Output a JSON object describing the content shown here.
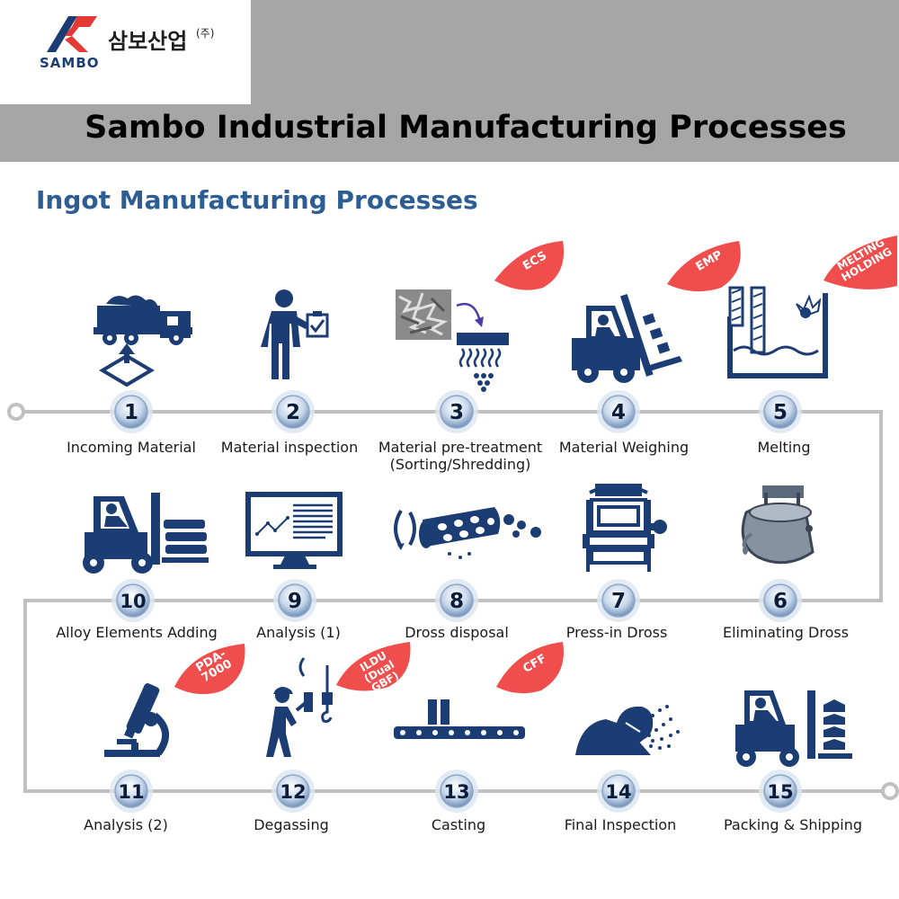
{
  "logo": {
    "korean_name": "삼보산업",
    "korean_suffix": "(주)",
    "english_name": "SAMBO"
  },
  "title": "Sambo Industrial Manufacturing Processes",
  "section_title": "Ingot Manufacturing Processes",
  "colors": {
    "navy": "#1b3d73",
    "tag_red": "#f04d4d",
    "line_gray": "#c0c0c0",
    "band_gray": "#a6a6a6",
    "section_blue": "#2d5e93"
  },
  "steps": [
    {
      "number": "1",
      "label": "Incoming Material",
      "icon": "truck-unloading-icon"
    },
    {
      "number": "2",
      "label": "Material inspection",
      "icon": "inspector-clipboard-icon"
    },
    {
      "number": "3",
      "label": "Material pre-treatment\n(Sorting/Shredding)",
      "icon": "shredder-icon",
      "tag": "ECS"
    },
    {
      "number": "4",
      "label": "Material Weighing",
      "icon": "forklift-icon",
      "tag": "EMP"
    },
    {
      "number": "5",
      "label": "Melting",
      "icon": "furnace-icon",
      "tag": "MELTING\nHOLDING"
    },
    {
      "number": "6",
      "label": "Eliminating Dross",
      "icon": "ladle-icon"
    },
    {
      "number": "7",
      "label": "Press-in Dross",
      "icon": "press-machine-icon"
    },
    {
      "number": "8",
      "label": "Dross disposal",
      "icon": "rotary-drum-icon"
    },
    {
      "number": "9",
      "label": "Analysis (1)",
      "icon": "monitor-chart-icon"
    },
    {
      "number": "10",
      "label": "Alloy Elements Adding",
      "icon": "forklift-stack-icon"
    },
    {
      "number": "11",
      "label": "Analysis (2)",
      "icon": "microscope-icon",
      "tag": "PDA-\n7000"
    },
    {
      "number": "12",
      "label": "Degassing",
      "icon": "crane-worker-icon",
      "tag": "ILDU\n(Dual GBF)"
    },
    {
      "number": "13",
      "label": "Casting",
      "icon": "casting-conveyor-icon",
      "tag": "CFF"
    },
    {
      "number": "14",
      "label": "Final Inspection",
      "icon": "welder-icon"
    },
    {
      "number": "15",
      "label": "Packing & Shipping",
      "icon": "forklift-shipping-icon"
    }
  ]
}
